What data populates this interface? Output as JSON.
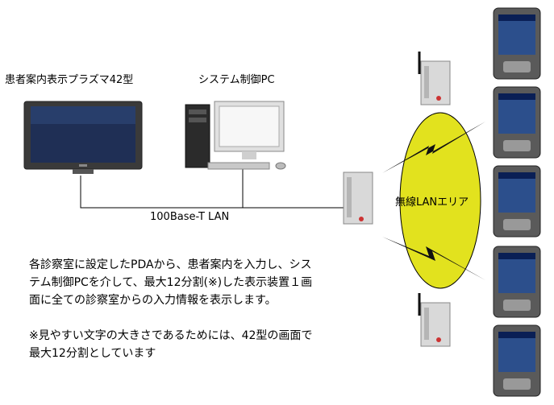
{
  "labels": {
    "plasma_display": "患者案内表示プラズマ42型",
    "system_pc": "システム制御PC",
    "lan": "100Base-T LAN",
    "wireless_area": "無線LANエリア"
  },
  "description": {
    "line1": "各診察室に設定したPDAから、患者案内を入力し、シス",
    "line2": "テム制御PCを介して、最大12分割(※)した表示装置１画",
    "line3": "面に全ての診察室からの入力情報を表示します。",
    "note1": "※見やすい文字の大きさであるためには、42型の画面で",
    "note2": "最大12分割としています"
  },
  "colors": {
    "wireless_area": "#e2e21e",
    "link": "#000000",
    "device_body": "#d9d9d9",
    "screen": "#2c4f8c",
    "tv_frame": "#3a3a3a"
  }
}
